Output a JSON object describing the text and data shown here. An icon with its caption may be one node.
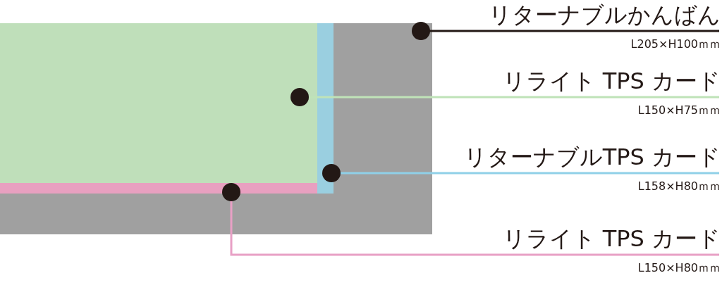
{
  "diagram": {
    "nodes": [
      {
        "text": [],
        "shape": "box"
      },
      {
        "text": [],
        "shape": "box",
        "in": 0
      },
      {
        "text": [],
        "shape": "box",
        "in": 0
      },
      {
        "text": [],
        "shape": "box",
        "in": 0
      },
      {
        "text": [
          "リターナブルかんばん",
          "L205×H100ｍｍ"
        ]
      },
      {
        "text": [
          "リライト TPS カード",
          "L150×H75ｍｍ"
        ]
      },
      {
        "text": [
          "リターナブルTPS カード",
          "L158×H80ｍｍ"
        ]
      },
      {
        "text": [
          "リライト TPS カード",
          "L150×H80ｍｍ"
        ]
      }
    ],
    "edges": [
      {
        "from": 4,
        "to": 0,
        "arrow": "other",
        "color": "#231815"
      },
      {
        "from": 5,
        "to": 1,
        "arrow": "other",
        "color": "#bfe3b8"
      },
      {
        "from": 6,
        "to": 2,
        "arrow": "other",
        "color": "#8fd0e8"
      },
      {
        "from": 7,
        "to": 3,
        "arrow": "other",
        "color": "#e8a0c5"
      }
    ]
  }
}
